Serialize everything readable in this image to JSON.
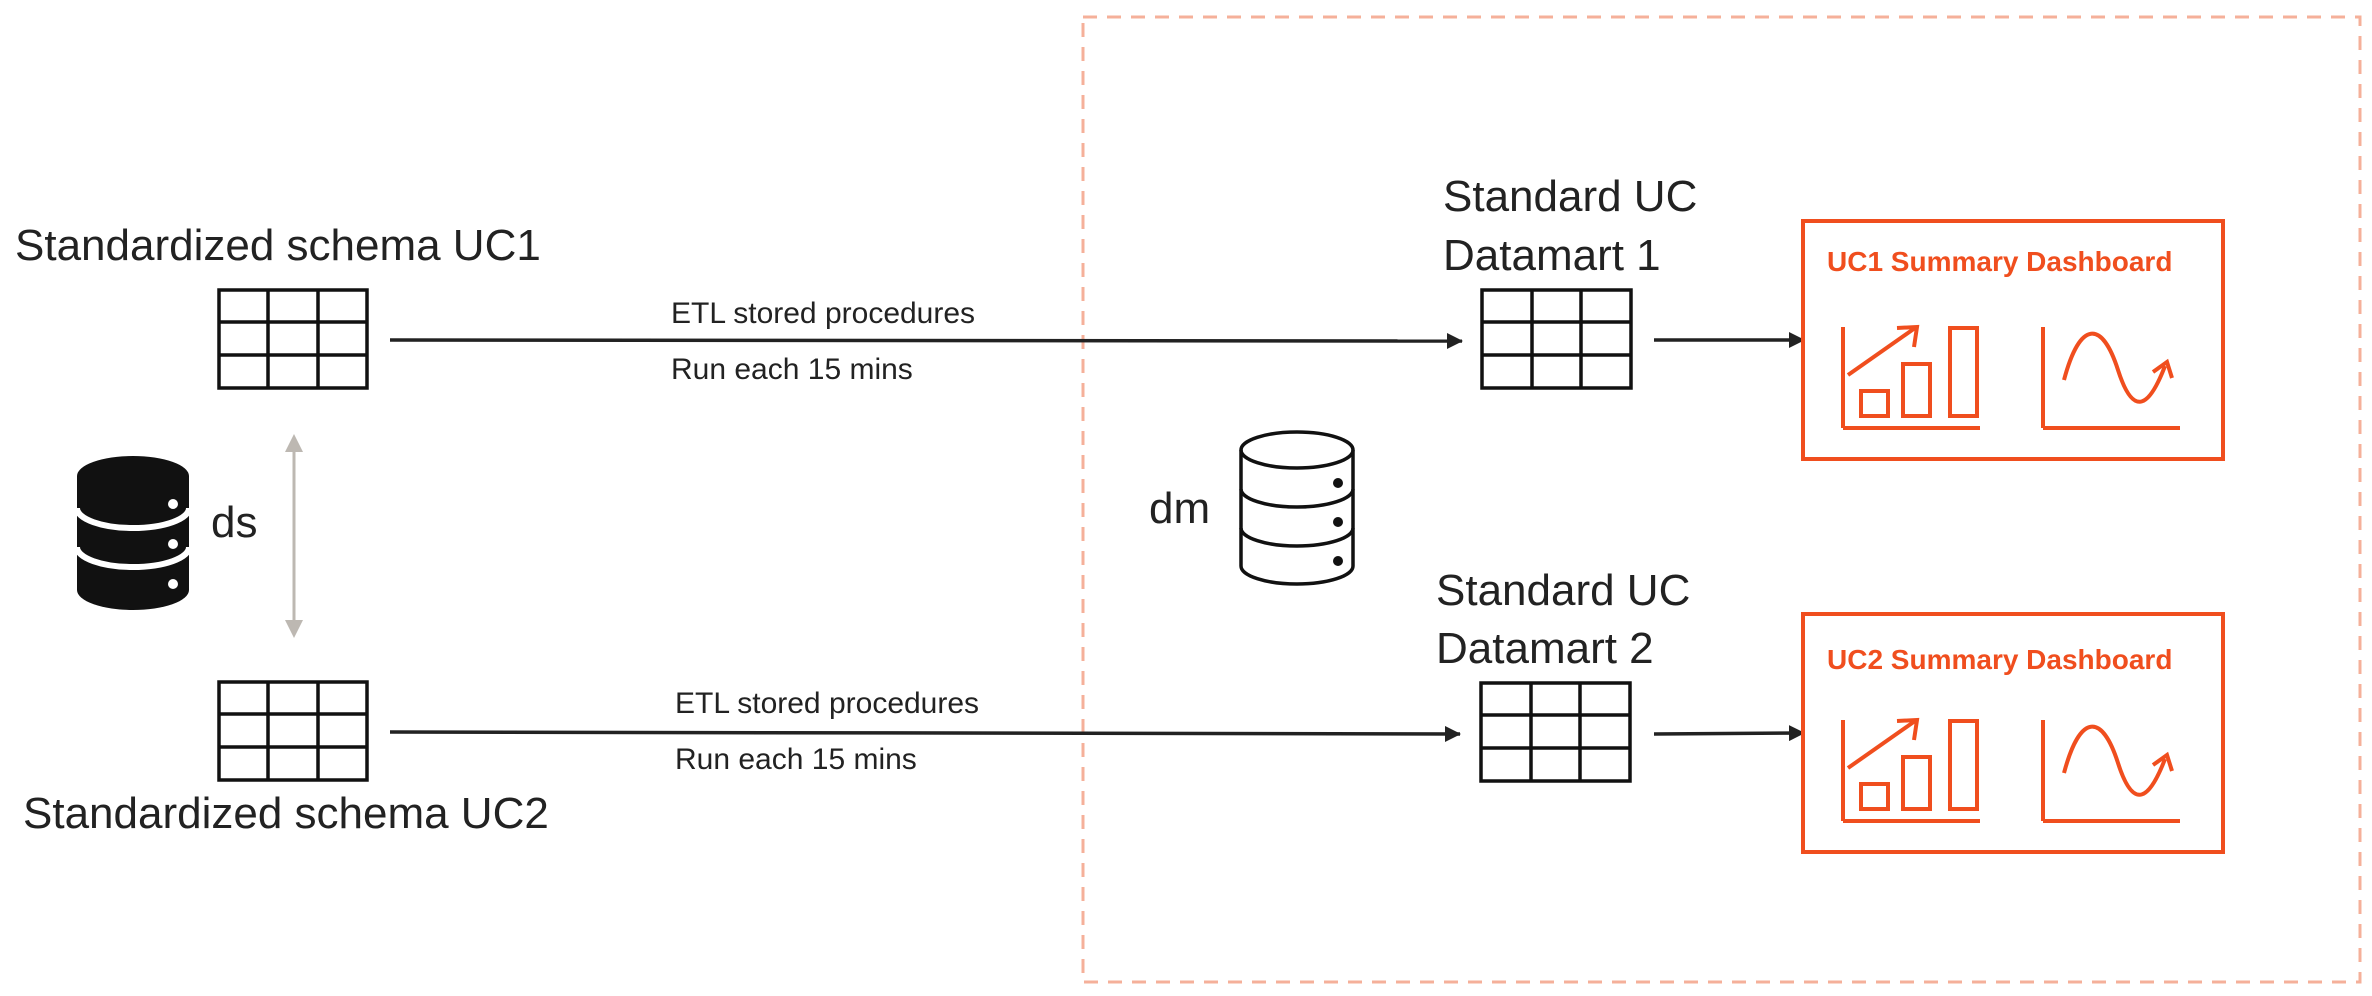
{
  "colors": {
    "accent": "#f04e1e",
    "dashed_border": "#f5b09a",
    "ink": "#222222",
    "db_fill": "#111111",
    "sync_arrow": "#bdb8b2"
  },
  "ds": {
    "label": "ds",
    "icon": "database-icon"
  },
  "dm": {
    "label": "dm",
    "icon": "database-outline-icon"
  },
  "sources": [
    {
      "title": "Standardized schema UC1",
      "icon": "table-icon"
    },
    {
      "title": "Standardized schema UC2",
      "icon": "table-icon"
    }
  ],
  "flows": [
    {
      "line1": "ETL stored procedures",
      "line2": "Run each 15 mins"
    },
    {
      "line1": "ETL stored procedures",
      "line2": "Run each 15 mins"
    }
  ],
  "datamarts": [
    {
      "line1": "Standard UC",
      "line2": "Datamart 1",
      "icon": "table-icon"
    },
    {
      "line1": "Standard UC",
      "line2": "Datamart 2",
      "icon": "table-icon"
    }
  ],
  "dashboards": [
    {
      "title": "UC1 Summary Dashboard",
      "icons": [
        "bar-chart-growth-icon",
        "line-chart-wave-icon"
      ]
    },
    {
      "title": "UC2 Summary Dashboard",
      "icons": [
        "bar-chart-growth-icon",
        "line-chart-wave-icon"
      ]
    }
  ]
}
